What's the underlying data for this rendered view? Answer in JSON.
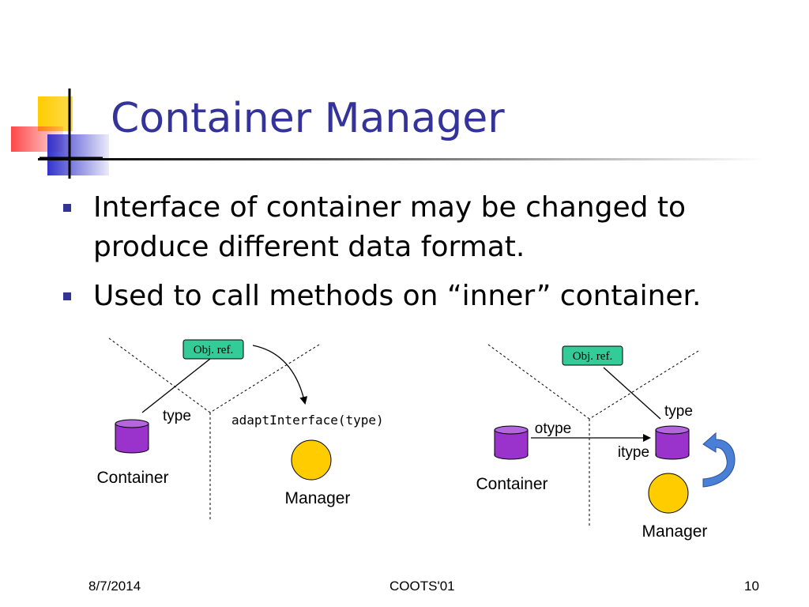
{
  "slide": {
    "title": "Container Manager",
    "bullets": [
      "Interface of container may be changed to produce different data format.",
      "Used to call methods on “inner” container."
    ]
  },
  "left_diagram": {
    "obj_ref": "Obj. ref.",
    "type_label": "type",
    "call_label": "adaptInterface(type)",
    "container_label": "Container",
    "manager_label": "Manager"
  },
  "right_diagram": {
    "obj_ref": "Obj. ref.",
    "otype_label": "otype",
    "type_label": "type",
    "itype_label": "itype",
    "container_label": "Container",
    "manager_label": "Manager"
  },
  "footer": {
    "date": "8/7/2014",
    "center": "COOTS'01",
    "page": "10"
  },
  "colors": {
    "title": "#333399",
    "bullet": "#333399",
    "cylinder": "#9933CC",
    "manager": "#FFCC00",
    "obj_ref_fill": "#33CC99",
    "curved_arrow": "#3366CC"
  }
}
